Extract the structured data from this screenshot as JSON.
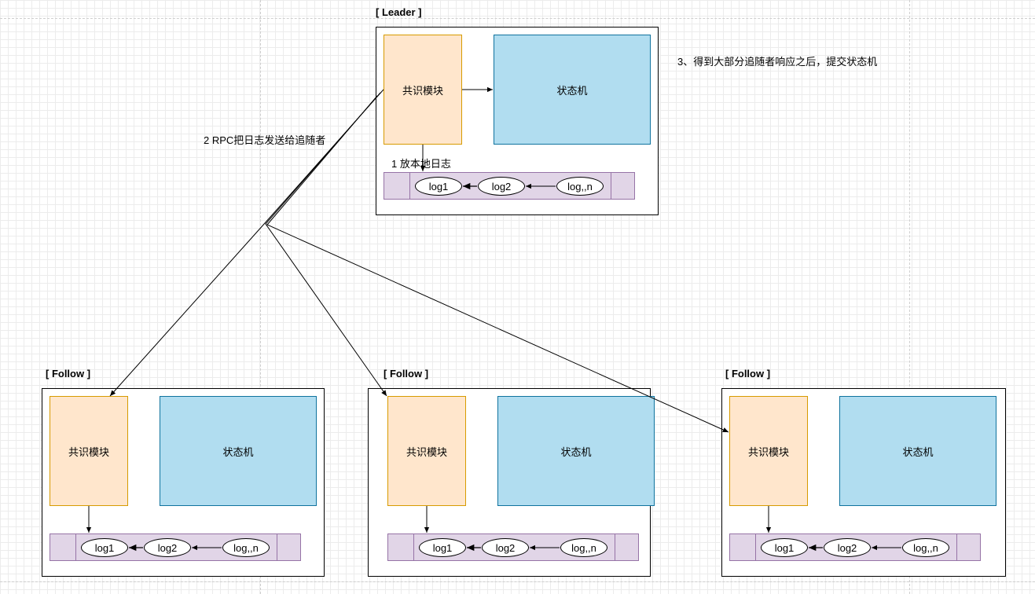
{
  "leader": {
    "title": "[ Leader ]",
    "consensus": "共识模块",
    "state_machine": "状态机",
    "logs": [
      "log1",
      "log2",
      "log,,n"
    ]
  },
  "followers": [
    {
      "title": "[ Follow ]",
      "consensus": "共识模块",
      "state_machine": "状态机",
      "logs": [
        "log1",
        "log2",
        "log,,n"
      ]
    },
    {
      "title": "[ Follow ]",
      "consensus": "共识模块",
      "state_machine": "状态机",
      "logs": [
        "log1",
        "log2",
        "log,,n"
      ]
    },
    {
      "title": "[ Follow ]",
      "consensus": "共识模块",
      "state_machine": "状态机",
      "logs": [
        "log1",
        "log2",
        "log,,n"
      ]
    }
  ],
  "annotations": {
    "step1": "1 放本地日志",
    "step2": "2 RPC把日志发送给追随者",
    "step3": "3、得到大部分追随者响应之后，提交状态机"
  },
  "colors": {
    "consensus_fill": "#ffe6cc",
    "consensus_stroke": "#d79b00",
    "state_machine_fill": "#b1ddf0",
    "state_machine_stroke": "#10739e",
    "log_bar_fill": "#e1d5e7",
    "log_bar_stroke": "#9673a6"
  }
}
